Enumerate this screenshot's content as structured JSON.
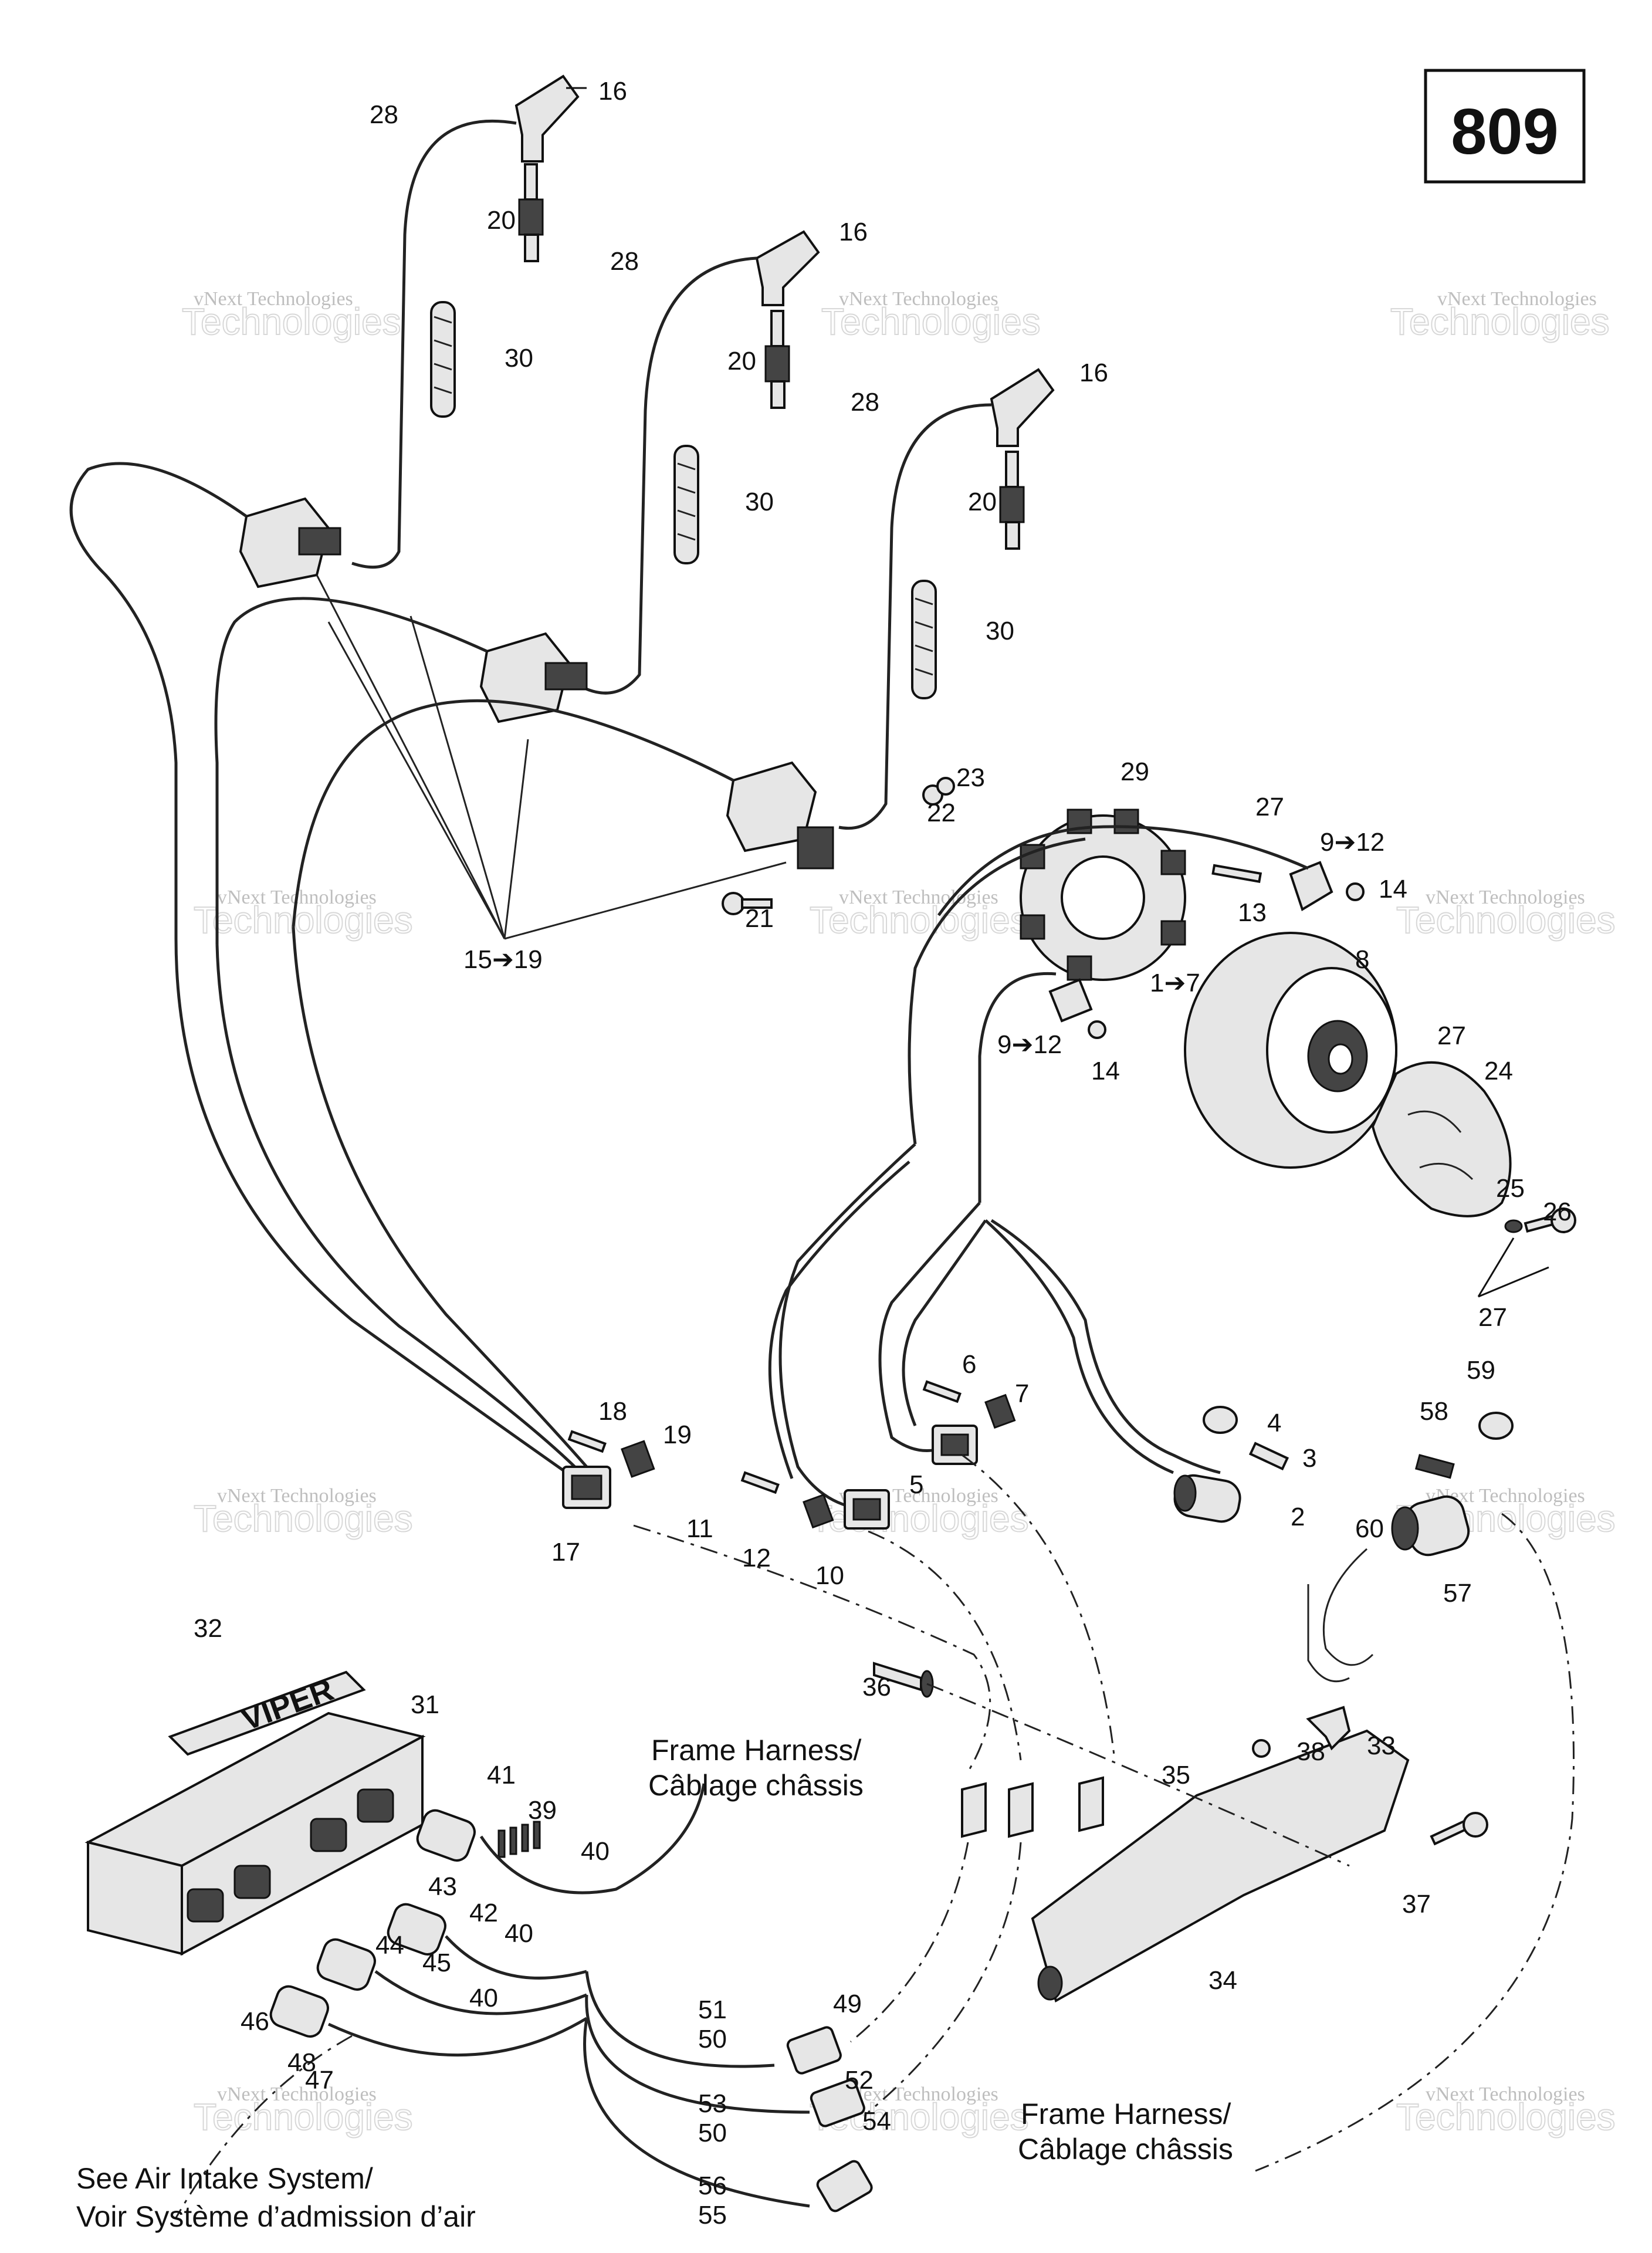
{
  "page": {
    "diagram_number": "809",
    "watermark_line1": "vNext Technologies",
    "watermark_line2": "Technologies"
  },
  "callouts": {
    "c1_7": "1➔7",
    "c2": "2",
    "c3": "3",
    "c4": "4",
    "c5": "5",
    "c6": "6",
    "c7": "7",
    "c8": "8",
    "c9_12a": "9➔12",
    "c9_12b": "9➔12",
    "c10": "10",
    "c11": "11",
    "c12": "12",
    "c13": "13",
    "c14a": "14",
    "c14b": "14",
    "c15_19": "15➔19",
    "c16a": "16",
    "c16b": "16",
    "c16c": "16",
    "c17": "17",
    "c18": "18",
    "c19": "19",
    "c20a": "20",
    "c20b": "20",
    "c20c": "20",
    "c21": "21",
    "c22": "22",
    "c23": "23",
    "c24": "24",
    "c25": "25",
    "c26": "26",
    "c27a": "27",
    "c27b": "27",
    "c27c": "27",
    "c28a": "28",
    "c28b": "28",
    "c28c": "28",
    "c29": "29",
    "c30a": "30",
    "c30b": "30",
    "c30c": "30",
    "c31": "31",
    "c32": "32",
    "c33": "33",
    "c34": "34",
    "c35": "35",
    "c36": "36",
    "c37": "37",
    "c38": "38",
    "c39": "39",
    "c40a": "40",
    "c40b": "40",
    "c40c": "40",
    "c41": "41",
    "c42": "42",
    "c43": "43",
    "c44": "44",
    "c45": "45",
    "c46": "46",
    "c47": "47",
    "c48": "48",
    "c49": "49",
    "c50a": "50",
    "c50b": "50",
    "c51": "51",
    "c52": "52",
    "c53": "53",
    "c54": "54",
    "c55": "55",
    "c56": "56",
    "c57": "57",
    "c58": "58",
    "c59": "59",
    "c60": "60"
  },
  "notes": {
    "frame_harness_1_line1": "Frame Harness/",
    "frame_harness_1_line2": "Câblage châssis",
    "frame_harness_2_line1": "Frame Harness/",
    "frame_harness_2_line2": "Câblage châssis",
    "air_intake_line1": "See Air Intake System/",
    "air_intake_line2": "Voir Système d’admission d’air"
  },
  "logo_text": "VIPER"
}
